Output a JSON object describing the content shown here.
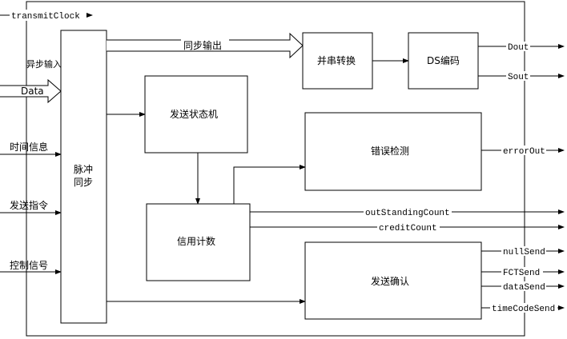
{
  "inputs": {
    "clock": "transmitClock",
    "async_label": "异步输入",
    "data": "Data",
    "time_info": "时间信息",
    "send_cmd": "发送指令",
    "ctrl_signal": "控制信号"
  },
  "blocks": {
    "pulse_sync": {
      "line1": "脉冲",
      "line2": "同步"
    },
    "send_fsm": "发送状态机",
    "credit_count": "信用计数",
    "par_ser": "并串转换",
    "ds_encode": "DS编码",
    "error_detect": "错误检测",
    "send_confirm": "发送确认"
  },
  "links": {
    "sync_output": "同步输出"
  },
  "outputs": {
    "dout": "Dout",
    "sout": "Sout",
    "error_out": "errorOut",
    "outstanding_count": "outStandingCount",
    "credit_count": "creditCount",
    "null_send": "nullSend",
    "fct_send": "FCTSend",
    "data_send": "dataSend",
    "timecode_send": "timeCodeSend"
  },
  "colors": {
    "stroke": "#000000",
    "background": "#ffffff"
  }
}
